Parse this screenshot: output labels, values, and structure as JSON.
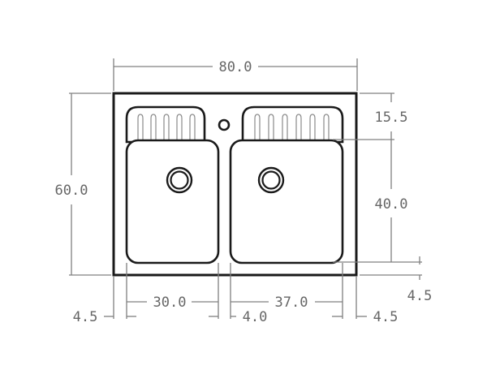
{
  "drawing": {
    "type": "double-bowl kitchen sink technical drawing",
    "units": "cm",
    "colors": {
      "outline": "#1a1a1a",
      "dimension_line": "#808080",
      "dimension_text": "#666666",
      "background": "#ffffff"
    }
  },
  "dimensions": {
    "overall_width": "80.0",
    "overall_depth": "60.0",
    "drainboard_depth": "15.5",
    "bowl_depth": "40.0",
    "front_margin": "4.5",
    "left_margin": "4.5",
    "left_bowl_width": "30.0",
    "bowl_gap": "4.0",
    "right_bowl_width": "37.0",
    "right_margin": "4.5"
  },
  "features": {
    "left_drainboard_ribs": 5,
    "right_drainboard_ribs": 6,
    "faucet_holes": 1,
    "drain_holes": 2,
    "bowls": [
      "left-bowl",
      "right-bowl"
    ]
  }
}
